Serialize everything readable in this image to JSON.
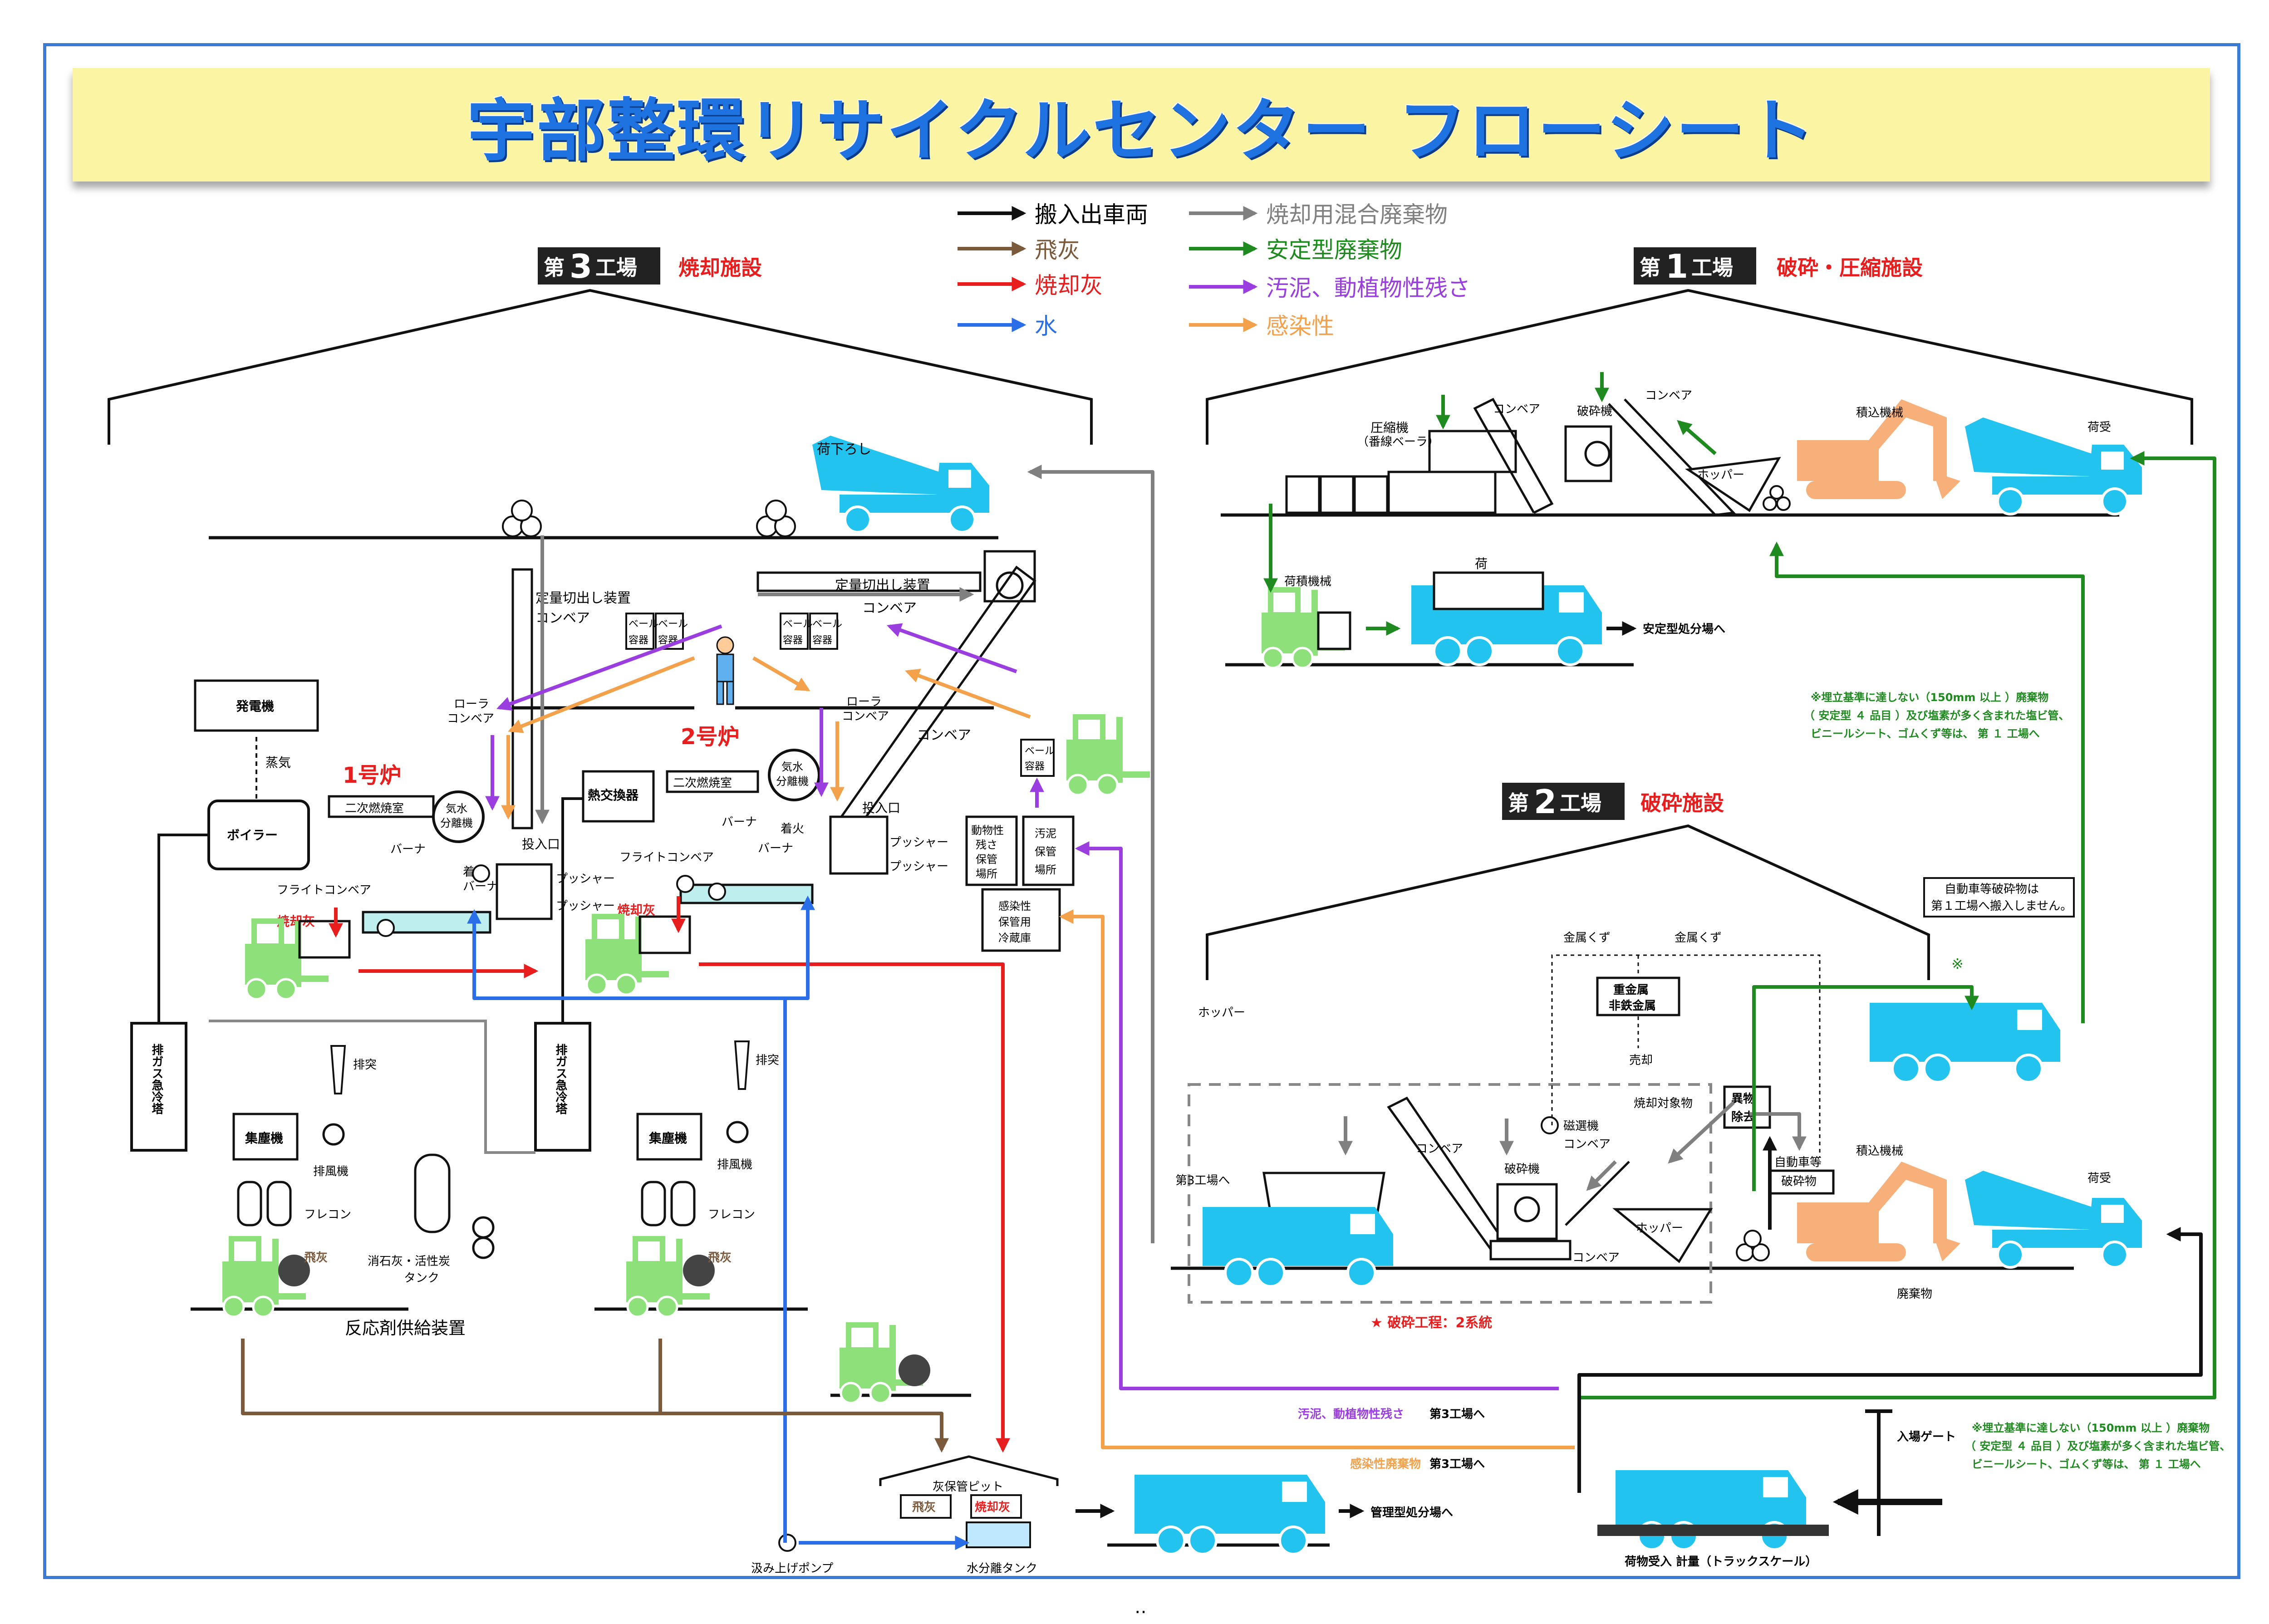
{
  "title": "宇部整環リサイクルセンター フローシート",
  "legend": [
    {
      "label": "搬入出車両",
      "color": "#111111"
    },
    {
      "label": "飛灰",
      "color": "#7a5a3a"
    },
    {
      "label": "焼却灰",
      "color": "#e81e1e"
    },
    {
      "label": "水",
      "color": "#2a6fe8"
    },
    {
      "label": "焼却用混合廃棄物",
      "color": "#808080"
    },
    {
      "label": "安定型廃棄物",
      "color": "#1f8a1f"
    },
    {
      "label": "汚泥、動植物性残さ",
      "color": "#9a3ee0"
    },
    {
      "label": "感染性",
      "color": "#f3a14a"
    }
  ],
  "plants": {
    "p3": {
      "num": "3",
      "label": "工場",
      "name": "焼却施設"
    },
    "p1": {
      "num": "1",
      "label": "工場",
      "name": "破砕・圧縮施設"
    },
    "p2": {
      "num": "2",
      "label": "工場",
      "name": "破砕施設"
    },
    "dai": "第"
  },
  "plant3": {
    "unload": "荷下ろし",
    "feeder1": "定量切出し装置",
    "conveyor": "コンベア",
    "feeder2": "定量切出し装置",
    "conveyor2": "コンベア",
    "bale": "ベール",
    "bale_container": "容器",
    "generator": "発電機",
    "steam": "蒸気",
    "furnace1": "1号炉",
    "furnace2": "2号炉",
    "roller": "ローラ",
    "roller_conv": "コンベア",
    "secondary": "二次燃焼室",
    "separator": "気水",
    "separator2": "分離機",
    "burner": "バーナ",
    "ignition": "着火",
    "inlet": "投入口",
    "boiler": "ボイラー",
    "heat_exchanger": "熱交換器",
    "flight": "フライトコンベア",
    "pusher": "プッシャー",
    "ash": "焼却灰",
    "sludge_storage": [
      "汚泥",
      "保管",
      "場所"
    ],
    "animal_storage": [
      "動物性",
      "残さ",
      "保管",
      "場所"
    ],
    "infectious_storage": [
      "感染性",
      "保管用",
      "冷蔵庫"
    ],
    "quench": "排ガス急冷塔",
    "dust": "集塵機",
    "chimney": "排突",
    "fan": "排風機",
    "flecon": "フレコン",
    "flyash": "飛灰",
    "lime_tank": "消石灰・活性炭",
    "tank": "タンク",
    "reagent": "反応剤供給装置",
    "ash_pit": "灰保管ピット",
    "pit_fly": "飛灰",
    "pit_inc": "焼却灰",
    "pump": "汲み上げポンプ",
    "water_tank": "水分離タンク",
    "managed": "管理型処分場へ"
  },
  "plant1": {
    "compressor": "圧縮機",
    "compressor2": "（番線ベーラ）",
    "conveyor": "コンベア",
    "crusher": "破砕機",
    "hopper": "ホッパー",
    "loader": "積込機械",
    "receive": "荷受",
    "cargo_loader": "荷積機械",
    "cargo": "荷",
    "stable": "安定型処分場へ",
    "note": [
      "※埋立基準に達しない（150mm 以上 ）廃棄物",
      "（ 安定型 ４ 品目 ）及び塩素が多く含まれた塩ビ管、",
      "ビニールシート、ゴムくず等は、 第 １ 工場へ"
    ]
  },
  "plant2": {
    "hopper": "ホッパー",
    "metal1": "金属くず",
    "metal2": "金属くず",
    "heavy": "重金属",
    "nonferrous": "非鉄金属",
    "sale": "売却",
    "target": "焼却対象物",
    "magnet": "磁選機",
    "foreign": "異物",
    "removal": "除去",
    "car_crusher": "自動車等",
    "car_crusher2": "破砕物",
    "car_note": [
      "自動車等破砕物は",
      "第１工場へ搬入しません。"
    ],
    "asterisk": "※",
    "to3": "第3工場へ",
    "conveyor": "コンベア",
    "crusher": "破砕機",
    "hopper2": "ホッパー",
    "loader": "積込機械",
    "receive": "荷受",
    "waste": "廃棄物",
    "systems": "★ 破砕工程：2系統"
  },
  "bottom": {
    "sludge_to3": "汚泥、動植物性残さ",
    "infect_to3": "感染性廃棄物",
    "to3": "第3工場へ",
    "gate": "入場ゲート",
    "scale": "荷物受入 計量（トラックスケール）",
    "note": [
      "※埋立基準に達しない（150mm 以上 ）廃棄物",
      "（ 安定型 ４ 品目 ）及び塩素が多く含まれた塩ビ管、",
      "ビニールシート、ゴムくず等は、 第 １ 工場へ"
    ],
    "dots": "‥"
  }
}
